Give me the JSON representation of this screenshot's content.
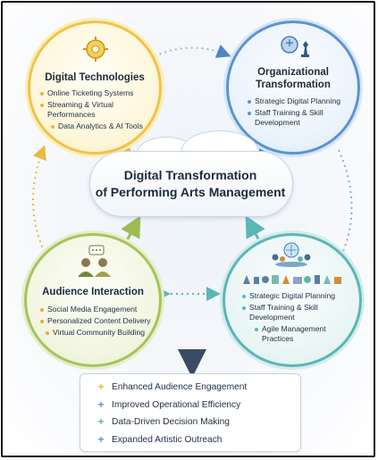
{
  "center": {
    "title_line1": "Digital Transformation",
    "title_line2": "of Performing Arts Management"
  },
  "nodes": {
    "digital_technologies": {
      "title": "Digital Technologies",
      "items": [
        "Online Ticketing Systems",
        "Streaming & Virtual Performances",
        "Data Analytics & AI Tools"
      ],
      "color": "#f0c34a",
      "icon": "gear-circuit-icon"
    },
    "organizational_transformation": {
      "title_line1": "Organizational",
      "title_line2": "Transformation",
      "items": [
        "Strategic Digital Planning",
        "Staff Training & Skill Development"
      ],
      "color": "#5d93cf",
      "icon": "strategy-chess-icon"
    },
    "audience_interaction": {
      "title": "Audience Interaction",
      "items": [
        "Social Media Engagement",
        "Personalized Content Delivery",
        "Virtual Community Building"
      ],
      "color": "#a8c35a",
      "icon": "audience-chat-icon"
    },
    "management_practices": {
      "items": [
        "Strategic Digital Planning",
        "Staff Training & Skill Development",
        "Agile Management Practices"
      ],
      "color": "#5cb6b6",
      "icon": "team-meeting-icon"
    }
  },
  "outcomes": [
    {
      "label": "Enhanced Audience Engagement",
      "color": "#f0b43c"
    },
    {
      "label": "Improved Operational Efficiency",
      "color": "#5d93cf"
    },
    {
      "label": "Data-Driven Decision Making",
      "color": "#5cb6b6"
    },
    {
      "label": "Expanded Artistic Outreach",
      "color": "#5d93cf"
    }
  ]
}
